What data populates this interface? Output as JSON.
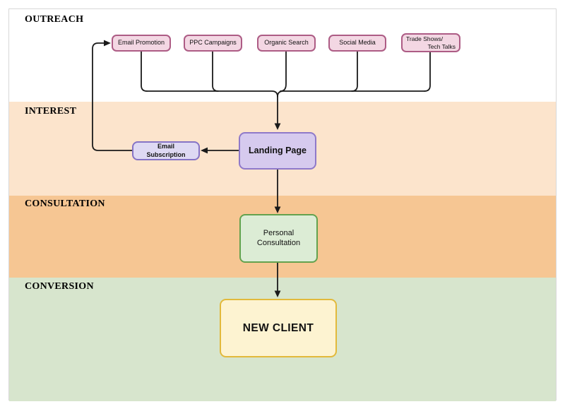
{
  "diagram_title": "marketing-funnel-flowchart",
  "bands": {
    "outreach": {
      "label": "OUTREACH",
      "color": "#ffffff"
    },
    "interest": {
      "label": "INTEREST",
      "color": "#fce4cc"
    },
    "consultation": {
      "label": "CONSULTATION",
      "color": "#f6c693"
    },
    "conversion": {
      "label": "CONVERSION",
      "color": "#d7e5cd"
    }
  },
  "nodes": {
    "email_promotion": {
      "label": "Email Promotion",
      "fill": "#f3d7e3",
      "stroke": "#ad5c85"
    },
    "ppc_campaigns": {
      "label": "PPC Campaigns",
      "fill": "#f3d7e3",
      "stroke": "#ad5c85"
    },
    "organic_search": {
      "label": "Organic Search",
      "fill": "#f3d7e3",
      "stroke": "#ad5c85"
    },
    "social_media": {
      "label": "Social Media",
      "fill": "#f3d7e3",
      "stroke": "#ad5c85"
    },
    "trade_shows": {
      "line1": "Trade Shows/",
      "line2": "Tech Talks",
      "fill": "#f3d7e3",
      "stroke": "#ad5c85"
    },
    "landing_page": {
      "label": "Landing Page",
      "fill": "#d6caee",
      "stroke": "#8f79c9"
    },
    "email_subscription": {
      "line1": "Email",
      "line2": "Subscription",
      "fill": "#ded9f3",
      "stroke": "#8573c5"
    },
    "personal_consultation": {
      "line1": "Personal",
      "line2": "Consultation",
      "fill": "#dcecd5",
      "stroke": "#63a24e"
    },
    "new_client": {
      "label": "NEW CLIENT",
      "fill": "#fdf3d1",
      "stroke": "#e2b93b"
    }
  },
  "connector_color": "#1a1a1a"
}
